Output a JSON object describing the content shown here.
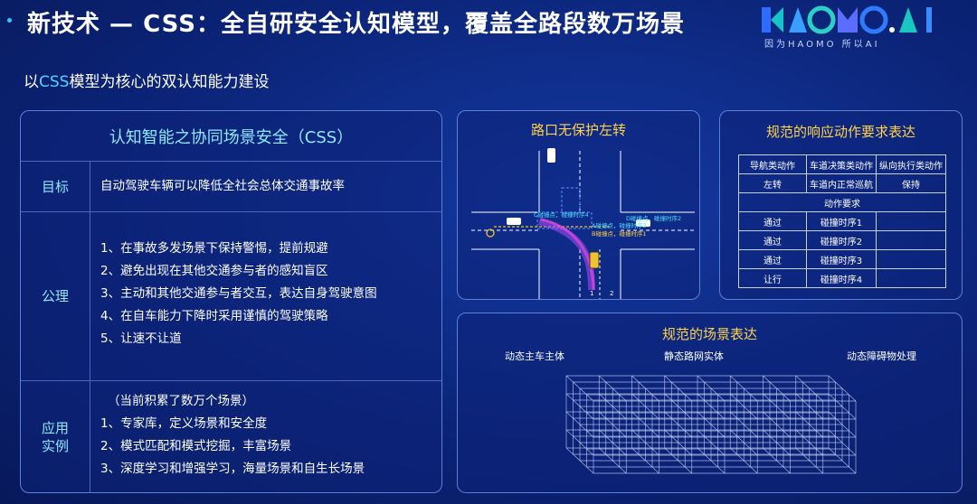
{
  "header": {
    "title": "新技术 — CSS：全自研安全认知模型，覆盖全路段数万场景",
    "logo_text": "HAOMO.AI",
    "logo_slogan": "因为HAOMO   所以AI"
  },
  "subtitle": {
    "prefix": "以",
    "highlight": "CSS",
    "rest": "模型为核心的双认知能力建设"
  },
  "left_panel": {
    "title": "认知智能之协同场景安全（CSS）",
    "rows": [
      {
        "label": "目标",
        "lines": [
          "自动驾驶车辆可以降低全社会总体交通事故率"
        ]
      },
      {
        "label": "公理",
        "lines": [
          "1、在事故多发场景下保持警惕，提前规避",
          "2、避免出现在其他交通参与者的感知盲区",
          "3、主动和其他交通参与者交互，表达自身驾驶意图",
          "4、在自车能力下降时采用谨慎的驾驶策略",
          "5、让速不让道"
        ]
      },
      {
        "label": "应用\n实例",
        "lines": [
          "（当前积累了数万个场景）",
          "1、专家库，定义场景和安全度",
          "2、模式匹配和模式挖掘，丰富场景",
          "3、深度学习和增强学习，海量场景和自生长场景"
        ]
      }
    ]
  },
  "turn_panel": {
    "title": "路口无保护左转",
    "labels": {
      "c": "C碰撞点，碰撞时序4",
      "d": "D碰撞点，碰撞时序2",
      "a": "A碰撞点，碰撞时序3",
      "b": "B碰撞点，碰撞时序1",
      "lane1": "1",
      "lane2": "2"
    }
  },
  "norm_panel": {
    "title": "规范的响应动作要求表达",
    "header": [
      "导航类动作",
      "车道决策类动作",
      "纵向执行类动作"
    ],
    "row1": [
      "左转",
      "车道内正常巡航",
      "保持"
    ],
    "section": "动作要求",
    "rows": [
      [
        "通过",
        "碰撞时序1"
      ],
      [
        "通过",
        "碰撞时序2"
      ],
      [
        "通过",
        "碰撞时序3"
      ],
      [
        "让行",
        "碰撞时序4"
      ]
    ]
  },
  "scene_panel": {
    "title": "规范的场景表达",
    "labels": [
      "动态主车主体",
      "静态路网实体",
      "动态障碍物处理"
    ]
  },
  "colors": {
    "accent_cyan": "#8fe8ff",
    "accent_yellow": "#ffd24a",
    "highlight": "#4fd3ff"
  }
}
